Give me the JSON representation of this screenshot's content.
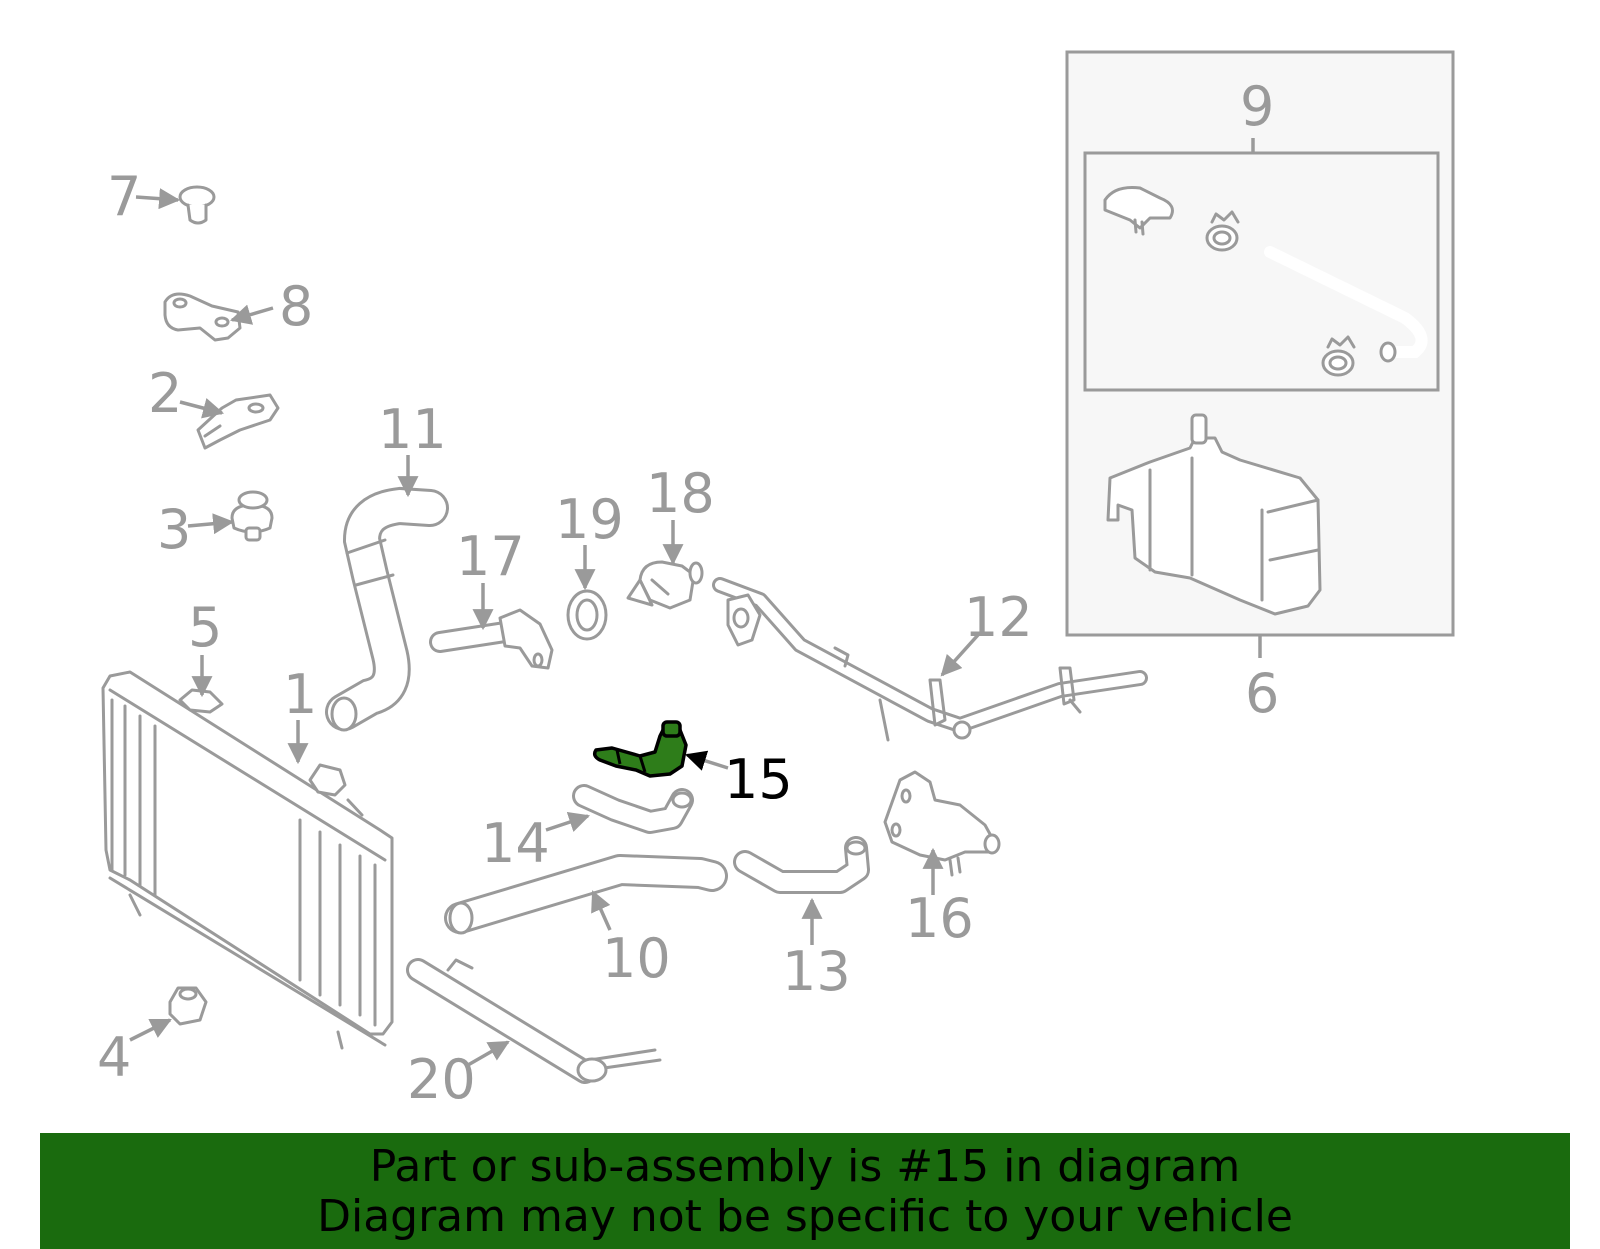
{
  "diagram": {
    "highlight_color": "#2e7d1a",
    "banner_color": "#1a6b0e",
    "callouts": {
      "c1": "1",
      "c2": "2",
      "c3": "3",
      "c4": "4",
      "c5": "5",
      "c6": "6",
      "c7": "7",
      "c8": "8",
      "c9": "9",
      "c10": "10",
      "c11": "11",
      "c12": "12",
      "c13": "13",
      "c14": "14",
      "c15": "15",
      "c16": "16",
      "c17": "17",
      "c18": "18",
      "c19": "19",
      "c20": "20"
    },
    "highlighted_part": "15"
  },
  "banner": {
    "line1": "Part or sub-assembly is #15 in diagram",
    "line2": "Diagram may not be specific to your vehicle"
  }
}
